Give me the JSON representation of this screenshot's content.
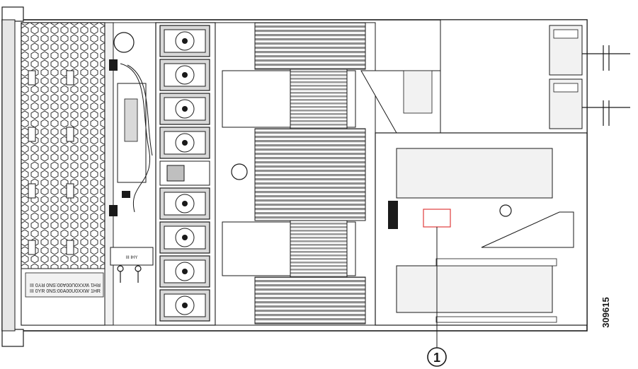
{
  "figure": {
    "figure_number": "309615",
    "callout_number": "1",
    "board_labels": {
      "top": "RH1 WXX0U00A00:SN0 RY0 III",
      "bottom": "III 0YR 0NS:00A00U0XXW 1HR",
      "small": "III IHY"
    }
  },
  "colors": {
    "line": "#1a1a1a",
    "fill": "#ffffff",
    "fan_fill": "#d9d9d9",
    "dimm_fill": "#bfbfbf",
    "heatsink_fill": "#a6a6a6",
    "callout_highlight": "#e03c3c"
  }
}
